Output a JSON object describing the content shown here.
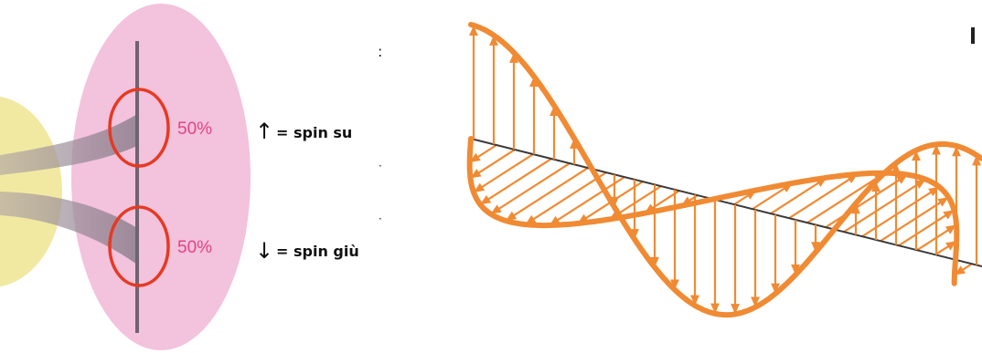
{
  "spin_diagram": {
    "upper": {
      "percent": "50%",
      "arrow": "↑",
      "label": "= spin su"
    },
    "lower": {
      "percent": "50%",
      "arrow": "↓",
      "label": "= spin giù"
    }
  },
  "colors": {
    "ellipse_fill": "#f3c2dd",
    "source_fill": "#f1e9a2",
    "screen_line": "#6f6470",
    "circle_stroke": "#e53a23",
    "percent_text": "#e2447e",
    "wave_color": "#f08a33",
    "axis_color": "#3d3a3a"
  },
  "icons": {
    "up": "arrow-up-icon",
    "down": "arrow-down-icon"
  }
}
